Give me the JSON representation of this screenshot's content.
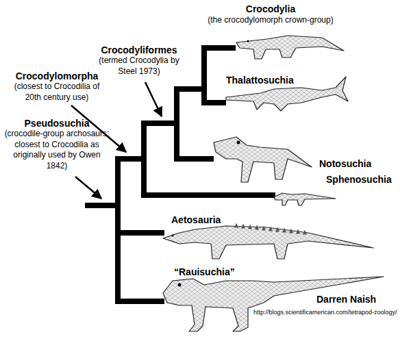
{
  "diagram": {
    "labels": [
      "Crocodylia",
      "(the crocodylomorph crown-group)",
      "Crocodyliformes",
      "(termed Crocodylia by Steel 1973)",
      "Crocodylomorpha",
      "(closest to Crocodilia of 20th century use)",
      "Pseudosuchia",
      "(crocodile-group archosaurs; closest to Crocodilia as originally used by Owen 1842)",
      "Thalattosuchia",
      "Notosuchia",
      "Sphenosuchia",
      "Aetosauria",
      "“Rauisuchia”",
      "Darren Naish",
      "http://blogs.scientificamerican.com/tetrapod-zoology/"
    ]
  }
}
